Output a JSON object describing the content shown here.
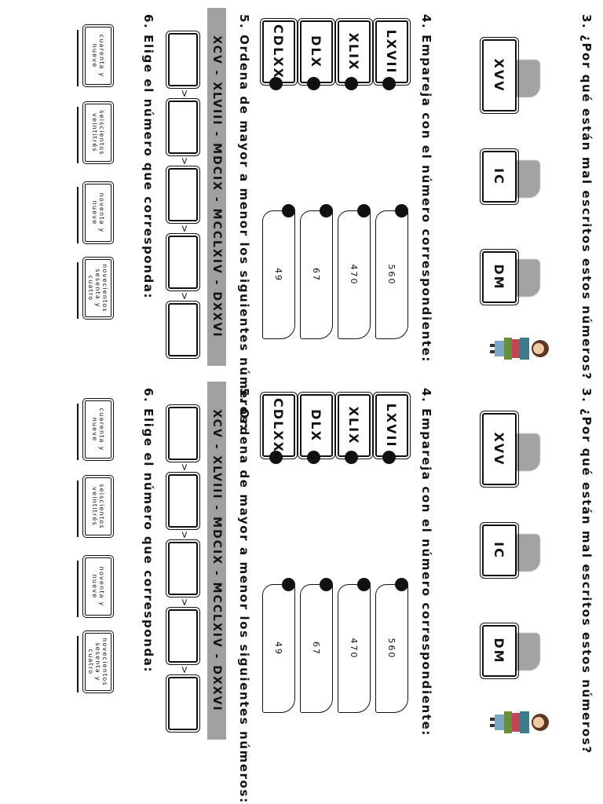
{
  "q3": {
    "title": "3. ¿Por qué están mal escritos estos números?",
    "romans": [
      "XVV",
      "IC",
      "DM"
    ]
  },
  "q4": {
    "title": "4. Empareja con el número correspondiente:",
    "left": [
      "LXVII",
      "XLIX",
      "DLX",
      "CDLXX"
    ],
    "right": [
      "560",
      "470",
      "67",
      "49"
    ]
  },
  "q5": {
    "title": "5. Ordena de mayor a menor los siguientes números:",
    "sequence": "XCV - XLVIII - MDCIX - MCCLXIV - DXXVI",
    "symbol": ">"
  },
  "q6": {
    "title": "6. Elige el número que corresponda:",
    "options": [
      "cuarenta y nueve",
      "seiscientos veintitrés",
      "noventa y nueve",
      "novecientos sesenta y cuatro"
    ]
  },
  "colors": {
    "ink": "#111111",
    "shade": "#a0a0a0"
  },
  "icons": {
    "decoration": "girl-with-books-icon"
  }
}
